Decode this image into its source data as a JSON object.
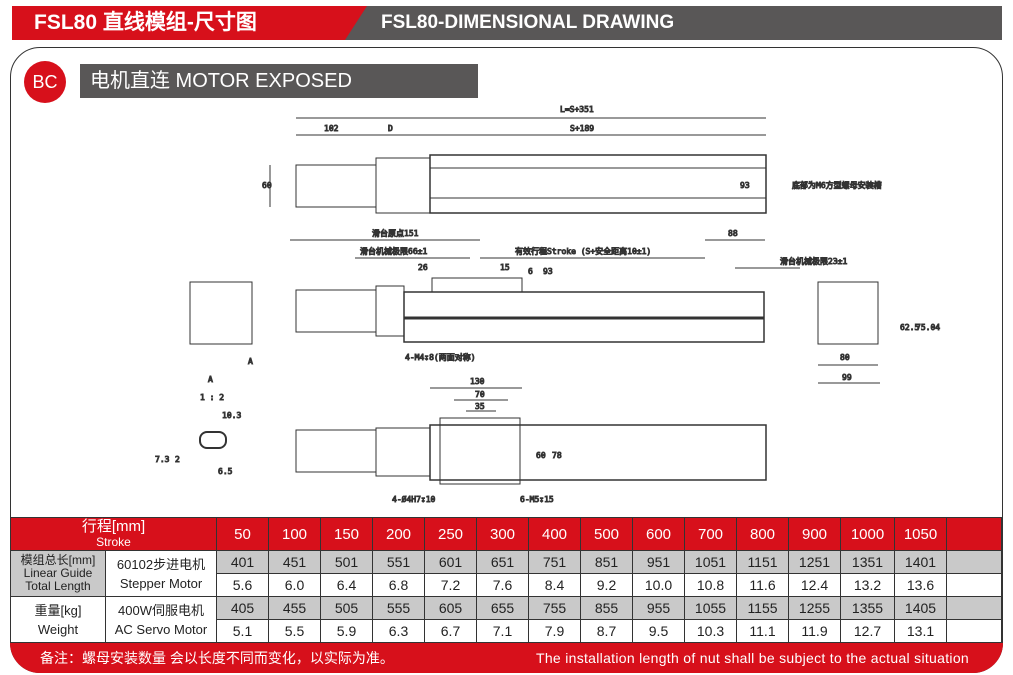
{
  "header": {
    "title_cn": "FSL80 直线模组-尺寸图",
    "title_en": "FSL80-DIMENSIONAL DRAWING"
  },
  "section": {
    "badge": "BC",
    "title": "电机直连   MOTOR EXPOSED"
  },
  "drawing": {
    "total_length": "L=S+351",
    "dim_102": "102",
    "dim_d": "D",
    "dim_s189": "S+189",
    "dim_60": "60",
    "dim_93": "93",
    "note_bottom": "底部为M6方型螺母安装槽",
    "origin": "滑台原点151",
    "mech_limit_left": "滑台机械极限66±1",
    "stroke": "有效行程Stroke (S+安全距离10±1)",
    "dim_88": "88",
    "mech_limit_right": "滑台机械极限23±1",
    "dim_26": "26",
    "dim_15": "15",
    "dim_6": "6",
    "dim_93b": "93",
    "holes_m4": "4-M4↧8(两面对称)",
    "view_a": "A",
    "scale": "1 : 2",
    "dim_10_3": "10.3",
    "dim_7_3": "7.3",
    "dim_2": "2",
    "dim_6_5": "6.5",
    "dim_130": "130",
    "dim_70": "70",
    "dim_35": "35",
    "dim_60b": "60",
    "dim_78": "78",
    "pins": "4-Ø4H7↧10",
    "holes_m5": "6-M5↧15",
    "dim_62_5": "62.5",
    "dim_75_04": "75.04",
    "dim_80": "80",
    "dim_99": "99",
    "arrow_a": "A"
  },
  "table": {
    "stroke_cn": "行程[mm]",
    "stroke_en": "Stroke",
    "strokes": [
      "50",
      "100",
      "150",
      "200",
      "250",
      "300",
      "400",
      "500",
      "600",
      "700",
      "800",
      "900",
      "1000",
      "1050"
    ],
    "length_label": [
      "模组总长[mm]",
      "Linear Guide",
      "Total Length"
    ],
    "weight_label": [
      "重量[kg]",
      "Weight"
    ],
    "stepper": [
      "60102步进电机",
      "Stepper Motor"
    ],
    "servo": [
      "400W伺服电机",
      "AC Servo Motor"
    ],
    "stepper_length": [
      "401",
      "451",
      "501",
      "551",
      "601",
      "651",
      "751",
      "851",
      "951",
      "1051",
      "1151",
      "1251",
      "1351",
      "1401"
    ],
    "stepper_weight": [
      "5.6",
      "6.0",
      "6.4",
      "6.8",
      "7.2",
      "7.6",
      "8.4",
      "9.2",
      "10.0",
      "10.8",
      "11.6",
      "12.4",
      "13.2",
      "13.6"
    ],
    "servo_length": [
      "405",
      "455",
      "505",
      "555",
      "605",
      "655",
      "755",
      "855",
      "955",
      "1055",
      "1155",
      "1255",
      "1355",
      "1405"
    ],
    "servo_weight": [
      "5.1",
      "5.5",
      "5.9",
      "6.3",
      "6.7",
      "7.1",
      "7.9",
      "8.7",
      "9.5",
      "10.3",
      "11.1",
      "11.9",
      "12.7",
      "13.1"
    ]
  },
  "footer": {
    "note_cn": "备注：螺母安装数量 会以长度不同而变化，以实际为准。",
    "note_en": "The installation length of nut shall be subject to the actual situation"
  }
}
